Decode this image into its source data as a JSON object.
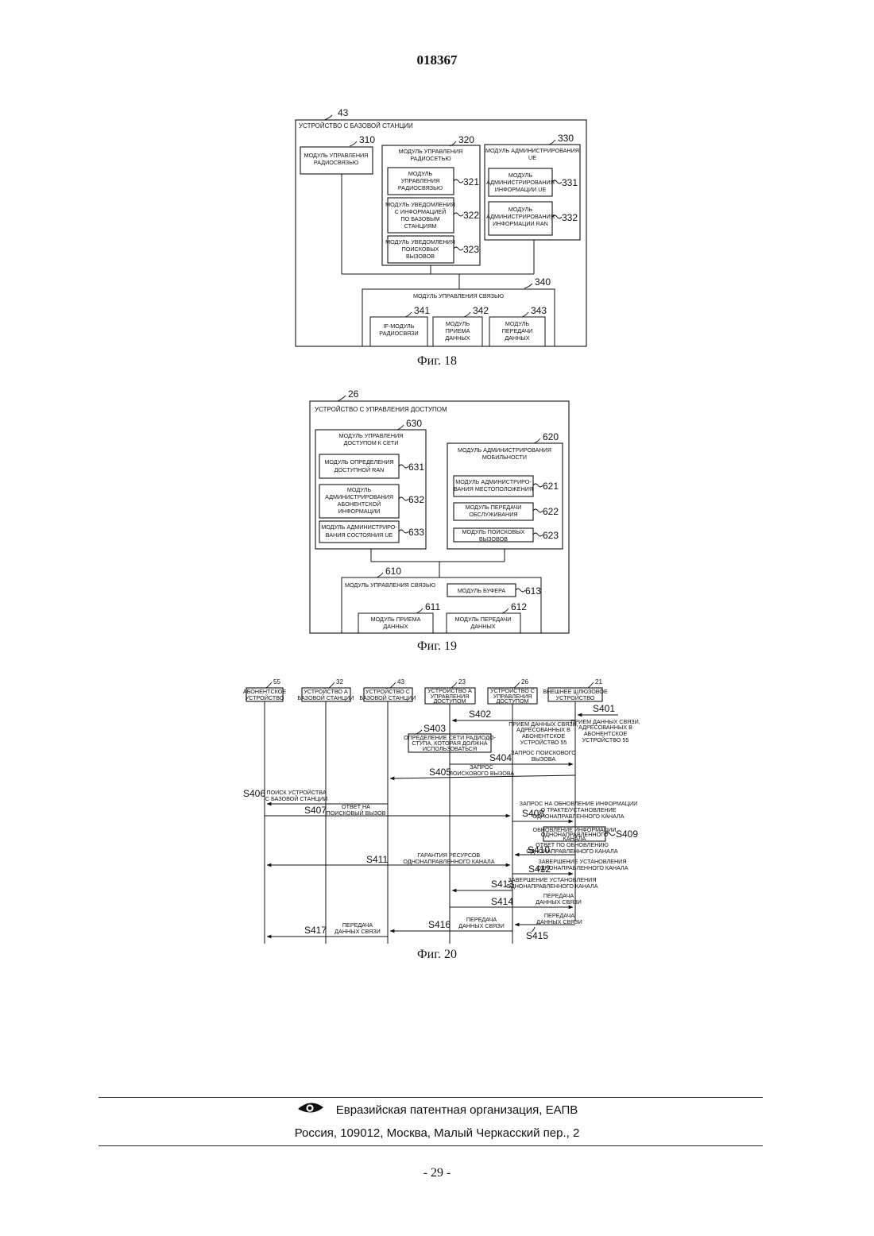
{
  "header": {
    "doc_number": "018367"
  },
  "fig18": {
    "caption": "Фиг. 18",
    "ref_device": "43",
    "device_title": "УСТРОЙСТВО С БАЗОВОЙ СТАНЦИИ",
    "ref_310": "310",
    "m310_l1": "МОДУЛЬ УПРАВЛЕНИЯ",
    "m310_l2": "РАДИОСВЯЗЬЮ",
    "ref_320": "320",
    "m320_l1": "МОДУЛЬ УПРАВЛЕНИЯ",
    "m320_l2": "РАДИОСЕТЬЮ",
    "ref_321": "321",
    "m321_l1": "МОДУЛЬ",
    "m321_l2": "УПРАВЛЕНИЯ",
    "m321_l3": "РАДИОСВЯЗЬЮ",
    "ref_322": "322",
    "m322_l1": "МОДУЛЬ УВЕДОМЛЕНИЯ",
    "m322_l2": "С ИНФОРМАЦИЕЙ",
    "m322_l3": "ПО БАЗОВЫМ",
    "m322_l4": "СТАНЦИЯМ",
    "ref_323": "323",
    "m323_l1": "МОДУЛЬ УВЕДОМЛЕНИЯ",
    "m323_l2": "ПОИСКОВЫХ",
    "m323_l3": "ВЫЗОВОВ",
    "ref_330": "330",
    "m330_l1": "МОДУЛЬ АДМИНИСТРИРОВАНИЯ",
    "m330_l2": "UE",
    "ref_331": "331",
    "m331_l1": "МОДУЛЬ",
    "m331_l2": "АДМИНИСТРИРОВАНИЯ",
    "m331_l3": "ИНФОРМАЦИИ UE",
    "ref_332": "332",
    "m332_l1": "МОДУЛЬ",
    "m332_l2": "АДМИНИСТРИРОВАНИЯ",
    "m332_l3": "ИНФОРМАЦИИ RAN",
    "ref_340": "340",
    "m340": "МОДУЛЬ УПРАВЛЕНИЯ СВЯЗЬЮ",
    "ref_341": "341",
    "m341_l1": "IF-МОДУЛЬ",
    "m341_l2": "РАДИОСВЯЗИ",
    "ref_342": "342",
    "m342_l1": "МОДУЛЬ",
    "m342_l2": "ПРИЕМА",
    "m342_l3": "ДАННЫХ",
    "ref_343": "343",
    "m343_l1": "МОДУЛЬ",
    "m343_l2": "ПЕРЕДАЧИ",
    "m343_l3": "ДАННЫХ"
  },
  "fig19": {
    "caption": "Фиг. 19",
    "ref_device": "26",
    "device_title": "УСТРОЙСТВО С УПРАВЛЕНИЯ ДОСТУПОМ",
    "ref_630": "630",
    "m630_l1": "МОДУЛЬ УПРАВЛЕНИЯ",
    "m630_l2": "ДОСТУПОМ К СЕТИ",
    "ref_631": "631",
    "m631_l1": "МОДУЛЬ ОПРЕДЕЛЕНИЯ",
    "m631_l2": "ДОСТУПНОЙ RAN",
    "ref_632": "632",
    "m632_l1": "МОДУЛЬ",
    "m632_l2": "АДМИНИСТРИРОВАНИЯ",
    "m632_l3": "АБОНЕНТСКОЙ",
    "m632_l4": "ИНФОРМАЦИИ",
    "ref_633": "633",
    "m633_l1": "МОДУЛЬ АДМИНИСТРИРО-",
    "m633_l2": "ВАНИЯ СОСТОЯНИЯ UE",
    "ref_620": "620",
    "m620_l1": "МОДУЛЬ АДМИНИСТРИРОВАНИЯ",
    "m620_l2": "МОБИЛЬНОСТИ",
    "ref_621": "621",
    "m621_l1": "МОДУЛЬ АДМИНИСТРИРО-",
    "m621_l2": "ВАНИЯ МЕСТОПОЛОЖЕНИЯ",
    "ref_622": "622",
    "m622_l1": "МОДУЛЬ ПЕРЕДАЧИ",
    "m622_l2": "ОБСЛУЖИВАНИЯ",
    "ref_623": "623",
    "m623_l1": "МОДУЛЬ ПОИСКОВЫХ",
    "m623_l2": "ВЫЗОВОВ",
    "ref_610": "610",
    "m610": "МОДУЛЬ УПРАВЛЕНИЯ СВЯЗЬЮ",
    "ref_613": "613",
    "m613": "МОДУЛЬ БУФЕРА",
    "ref_611": "611",
    "m611_l1": "МОДУЛЬ ПРИЕМА",
    "m611_l2": "ДАННЫХ",
    "ref_612": "612",
    "m612_l1": "МОДУЛЬ ПЕРЕДАЧИ",
    "m612_l2": "ДАННЫХ"
  },
  "fig20": {
    "caption": "Фиг. 20",
    "e55_ref": "55",
    "e55_l1": "АБОНЕНТСКОЕ",
    "e55_l2": "УСТРОЙСТВО",
    "e32_ref": "32",
    "e32_l1": "УСТРОЙСТВО А",
    "e32_l2": "БАЗОВОЙ СТАНЦИИ",
    "e43_ref": "43",
    "e43_l1": "УСТРОЙСТВО С",
    "e43_l2": "БАЗОВОЙ СТАНЦИИ",
    "e23_ref": "23",
    "e23_l1": "УСТРОЙСТВО А",
    "e23_l2": "УПРАВЛЕНИЯ",
    "e23_l3": "ДОСТУПОМ",
    "e26_ref": "26",
    "e26_l1": "УСТРОЙСТВО С",
    "e26_l2": "УПРАВЛЕНИЯ",
    "e26_l3": "ДОСТУПОМ",
    "e21_ref": "21",
    "e21_l1": "ВНЕШНЕЕ ШЛЮЗОВОЕ",
    "e21_l2": "УСТРОЙСТВО",
    "s401": "S401",
    "s401_l1": "ПРИЕМ ДАННЫХ СВЯЗИ,",
    "s401_l2": "АДРЕСОВАННЫХ В",
    "s401_l3": "АБОНЕНТСКОЕ",
    "s401_l4": "УСТРОЙСТВО 55",
    "s402": "S402",
    "s402_l1": "ПРИЕМ ДАННЫХ СВЯЗИ,",
    "s402_l2": "АДРЕСОВАННЫХ В",
    "s402_l3": "АБОНЕНТСКОЕ",
    "s402_l4": "УСТРОЙСТВО 55",
    "s403": "S403",
    "s403_l1": "ОПРЕДЕЛЕНИЕ СЕТИ РАДИОДО-",
    "s403_l2": "СТУПА, КОТОРАЯ ДОЛЖНА",
    "s403_l3": "ИСПОЛЬЗОВАТЬСЯ",
    "s404": "S404",
    "s404_l1": "ЗАПРОС ПОИСКОВОГО",
    "s404_l2": "ВЫЗОВА",
    "s405": "S405",
    "s405_l1": "ЗАПРОС",
    "s405_l2": "ПОИСКОВОГО ВЫЗОВА",
    "s406": "S406",
    "s406_l1": "ПОИСК УСТРОЙСТВА",
    "s406_l2": "С БАЗОВОЙ СТАНЦИИ",
    "s407": "S407",
    "s407_l1": "ОТВЕТ НА",
    "s407_l2": "ПОИСКОВЫЙ ВЫЗОВ",
    "s408": "S408",
    "s408_l1": "ЗАПРОС НА ОБНОВЛЕНИЕ ИНФОРМАЦИИ",
    "s408_l2": "О ТРАКТЕ/УСТАНОВЛЕНИЕ",
    "s408_l3": "ОДНОНАПРАВЛЕННОГО КАНАЛА",
    "s409": "S409",
    "s409_l1": "ОБНОВЛЕНИЕ ИНФОРМАЦИИ",
    "s409_l2": "ОДНОНАПРАВЛЕННОГО",
    "s409_l3": "КАНАЛА",
    "s410": "S410",
    "s410_l1": "ОТВЕТ ПО ОБНОВЛЕНИЮ",
    "s410_l2": "ОДНОНАПРАВЛЕННОГО КАНАЛА",
    "s411": "S411",
    "s411_l1": "ГАРАНТИЯ РЕСУРСОВ",
    "s411_l2": "ОДНОНАПРАВЛЕННОГО КАНАЛА",
    "s412": "S412",
    "s412_l1": "ЗАВЕРШЕНИЕ УСТАНОВЛЕНИЯ",
    "s412_l2": "ОДНОНАПРАВЛЕННОГО КАНАЛА",
    "s413": "S413",
    "s413_l1": "ЗАВЕРШЕНИЕ УСТАНОВЛЕНИЯ",
    "s413_l2": "ОДНОНАПРАВЛЕННОГО КАНАЛА",
    "s414": "S414",
    "s414_l1": "ПЕРЕДАЧА",
    "s414_l2": "ДАННЫХ СВЯЗИ",
    "s415": "S415",
    "s415_l1": "ПЕРЕДАЧА",
    "s415_l2": "ДАННЫХ СВЯЗИ",
    "s416": "S416",
    "s416_l1": "ПЕРЕДАЧА",
    "s416_l2": "ДАННЫХ СВЯЗИ",
    "s417": "S417",
    "s417_l1": "ПЕРЕДАЧА",
    "s417_l2": "ДАННЫХ СВЯЗИ"
  },
  "footer": {
    "logo_icon": "eye-logo-icon",
    "organization": "Евразийская патентная организация, ЕАПВ",
    "address": "Россия, 109012, Москва, Малый Черкасский пер., 2",
    "page_number": "- 29 -"
  }
}
